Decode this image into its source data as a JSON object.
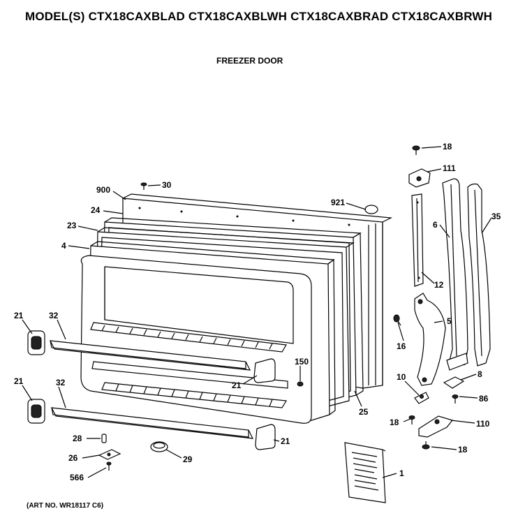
{
  "header": "MODEL(S) CTX18CAXBLAD  CTX18CAXBLWH  CTX18CAXBRAD  CTX18CAXBRWH",
  "subtitle": "FREEZER DOOR",
  "art_no": "(ART NO. WR18117 C6)",
  "callouts": {
    "c18a": "18",
    "c111": "111",
    "c30": "30",
    "c900": "900",
    "c921": "921",
    "c24": "24",
    "c23": "23",
    "c6": "6",
    "c35": "35",
    "c4": "4",
    "c12": "12",
    "c21a": "21",
    "c32a": "32",
    "c5": "5",
    "c16": "16",
    "c150": "150",
    "c21b": "21",
    "c21c": "21",
    "c32b": "32",
    "c10": "10",
    "c8": "8",
    "c86": "86",
    "c25": "25",
    "c18b": "18",
    "c110": "110",
    "c28": "28",
    "c21d": "21",
    "c18c": "18",
    "c26": "26",
    "c29": "29",
    "c566": "566",
    "c1": "1"
  }
}
